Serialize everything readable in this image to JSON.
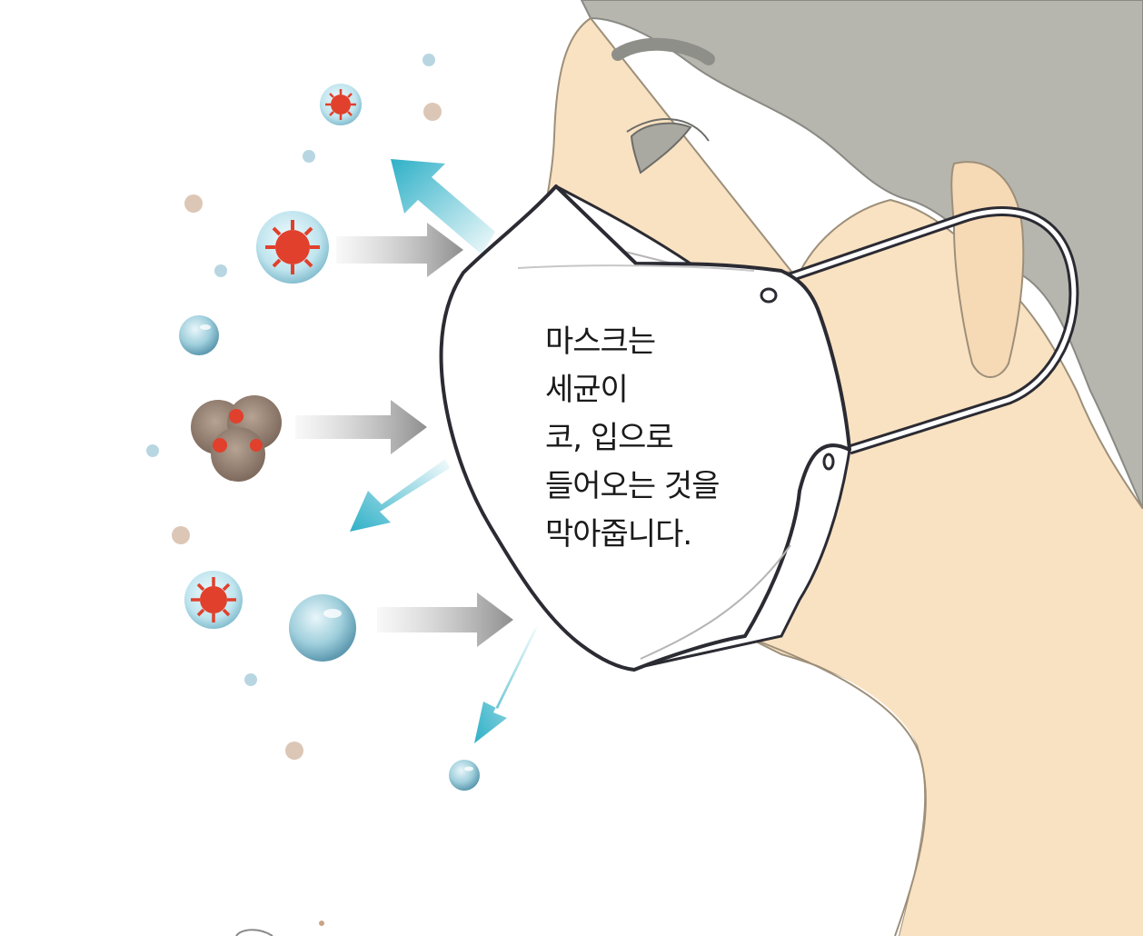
{
  "caption": {
    "lines": [
      "마스크는",
      "세균이",
      "코, 입으로",
      "들어오는 것을",
      "막아줍니다."
    ]
  },
  "colors": {
    "background": "#ffffff",
    "skin": "#f9e2c2",
    "hair": "#b7b6ae",
    "mask": "#ffffff",
    "mask_outline": "#2b2b33",
    "blocked_arrow": "#2eb0c7",
    "incoming_arrow": "#9a9a9a",
    "virus": "#e0402c"
  },
  "icons": {
    "virus": "virus-droplet-icon",
    "droplet": "water-droplet-icon",
    "dust": "dust-particle-icon"
  }
}
